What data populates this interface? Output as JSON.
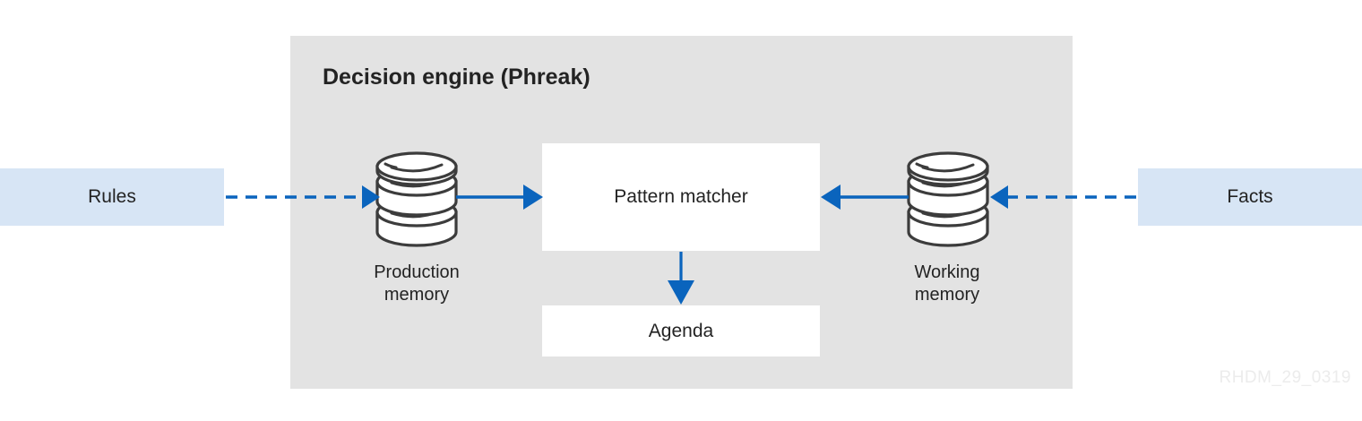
{
  "diagram": {
    "watermark": "RHDM_29_0319",
    "panel": {
      "title": "Decision engine (Phreak)"
    },
    "inputs": {
      "rules_label": "Rules",
      "facts_label": "Facts"
    },
    "components": {
      "pattern_matcher_label": "Pattern matcher",
      "agenda_label": "Agenda",
      "production_memory_label_line1": "Production",
      "production_memory_label_line2": "memory",
      "working_memory_label_line1": "Working",
      "working_memory_label_line2": "memory"
    },
    "colors": {
      "panel_background": "#e3e3e3",
      "io_box_fill": "#d7e5f5",
      "component_fill": "#ffffff",
      "arrow_blue": "#0a64bd",
      "cylinder_stroke": "#3c3c3c",
      "text": "#232323",
      "watermark": "#ececec"
    },
    "connectors": [
      {
        "name": "rules-to-production-memory",
        "style": "dashed",
        "direction": "right"
      },
      {
        "name": "production-memory-to-pattern-matcher",
        "style": "solid",
        "direction": "right"
      },
      {
        "name": "pattern-matcher-to-agenda",
        "style": "solid",
        "direction": "down"
      },
      {
        "name": "working-memory-to-pattern-matcher",
        "style": "solid",
        "direction": "left"
      },
      {
        "name": "facts-to-working-memory",
        "style": "dashed",
        "direction": "left"
      }
    ]
  }
}
